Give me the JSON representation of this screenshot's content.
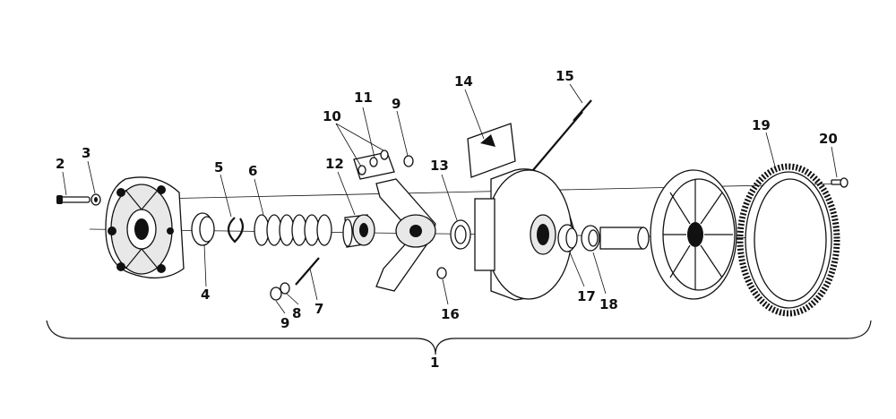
{
  "diagram": {
    "part_labels": [
      {
        "id": "p1",
        "text": "1"
      },
      {
        "id": "p2",
        "text": "2"
      },
      {
        "id": "p3",
        "text": "3"
      },
      {
        "id": "p4",
        "text": "4"
      },
      {
        "id": "p5",
        "text": "5"
      },
      {
        "id": "p6",
        "text": "6"
      },
      {
        "id": "p7",
        "text": "7"
      },
      {
        "id": "p8",
        "text": "8"
      },
      {
        "id": "p9a",
        "text": "9"
      },
      {
        "id": "p9b",
        "text": "9"
      },
      {
        "id": "p10",
        "text": "10"
      },
      {
        "id": "p11",
        "text": "11"
      },
      {
        "id": "p12",
        "text": "12"
      },
      {
        "id": "p13",
        "text": "13"
      },
      {
        "id": "p14",
        "text": "14"
      },
      {
        "id": "p15",
        "text": "15"
      },
      {
        "id": "p16",
        "text": "16"
      },
      {
        "id": "p17",
        "text": "17"
      },
      {
        "id": "p18",
        "text": "18"
      },
      {
        "id": "p19",
        "text": "19"
      },
      {
        "id": "p20",
        "text": "20"
      }
    ]
  }
}
